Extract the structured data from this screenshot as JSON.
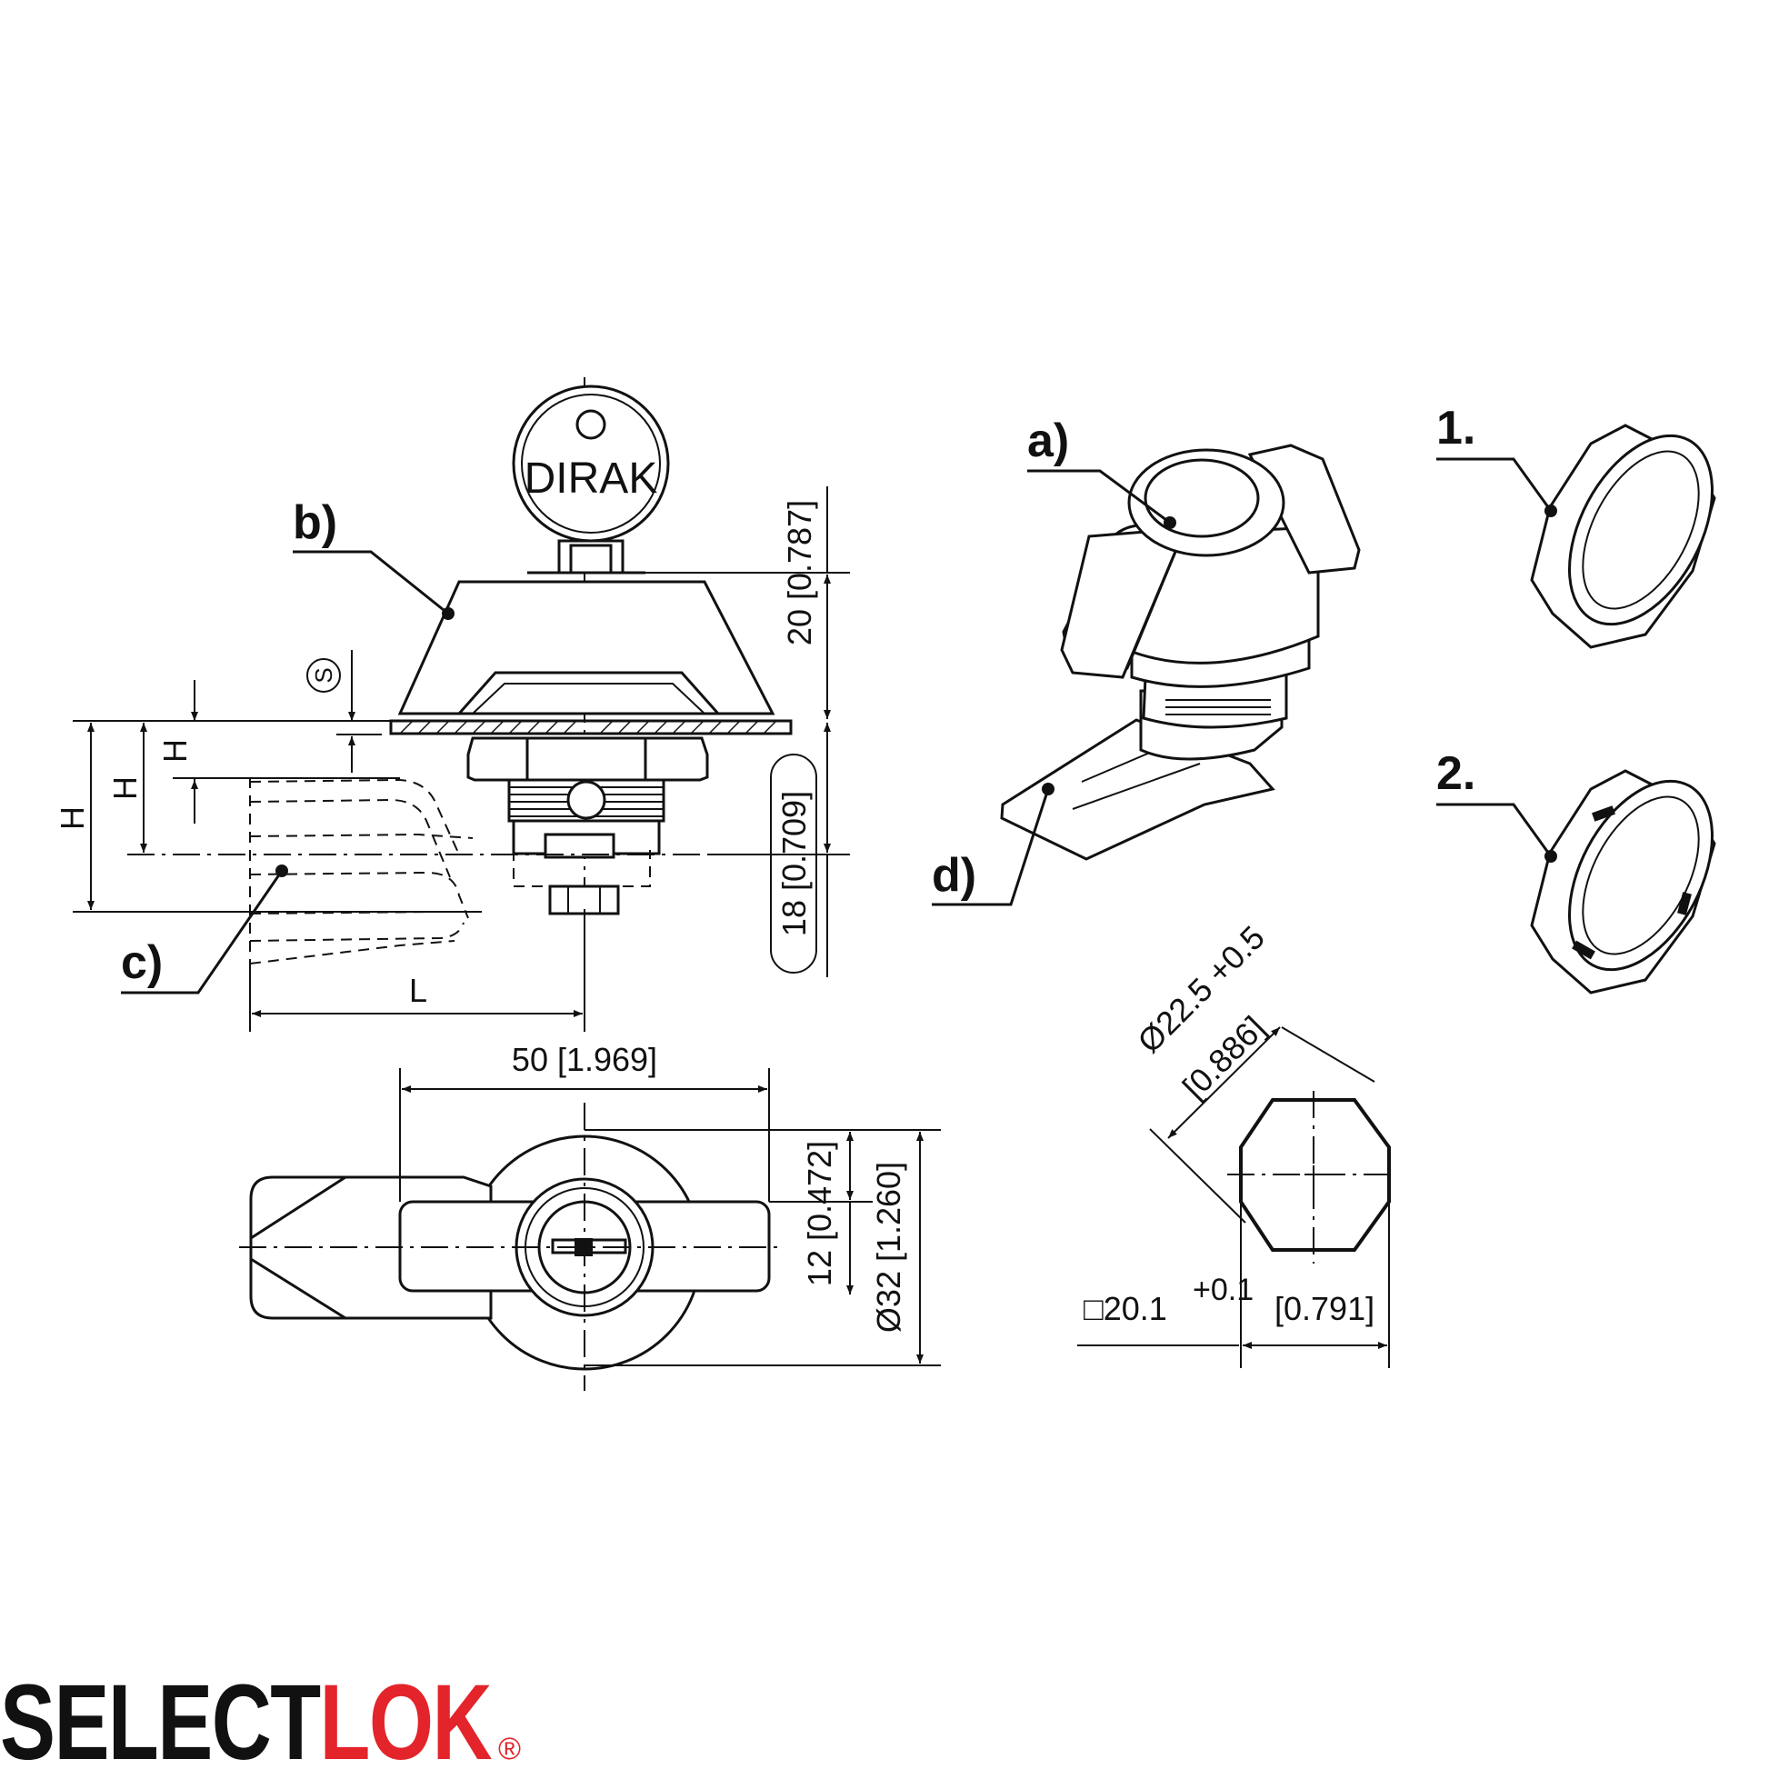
{
  "callouts": {
    "a": "a)",
    "b": "b)",
    "c": "c)",
    "d": "d)",
    "one": "1.",
    "two": "2."
  },
  "key_brand": "DIRAK",
  "symbol_s": "S",
  "dimensions": {
    "height_key": "20 [0.787]",
    "height_below": "18 [0.709]",
    "h_letter": "H",
    "l_letter": "L",
    "width_handle": "50 [1.969]",
    "half_width": "12 [0.472]",
    "diameter_body": "Ø32 [1.260]",
    "cutout_diameter": "Ø22.5 +0.5",
    "cutout_diameter_in": "[0.886]",
    "square_size": "□20.1",
    "square_tol": "+0.1",
    "square_in": "[0.791]"
  },
  "brand": {
    "part1": "SELECT",
    "part2": "LOK",
    "registered": "®",
    "color_dark": "#111111",
    "color_red": "#e3242b"
  }
}
